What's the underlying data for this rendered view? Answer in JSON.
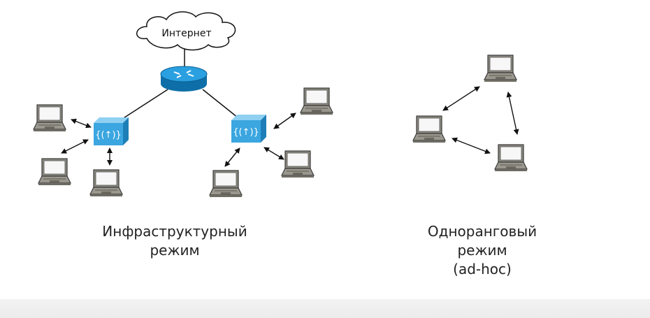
{
  "cloud": {
    "label": "Интернет"
  },
  "captions": {
    "infrastructure": [
      "Инфраструктурный",
      "режим"
    ],
    "adhoc": [
      "Одноранговый",
      "режим",
      "(ad-hoc)"
    ]
  },
  "colors": {
    "router": "#1b8fd0",
    "access_point": "#3ba6e0",
    "laptop_screen": "#f7f7f7",
    "laptop_body": "#8c8a80",
    "line": "#111111"
  }
}
